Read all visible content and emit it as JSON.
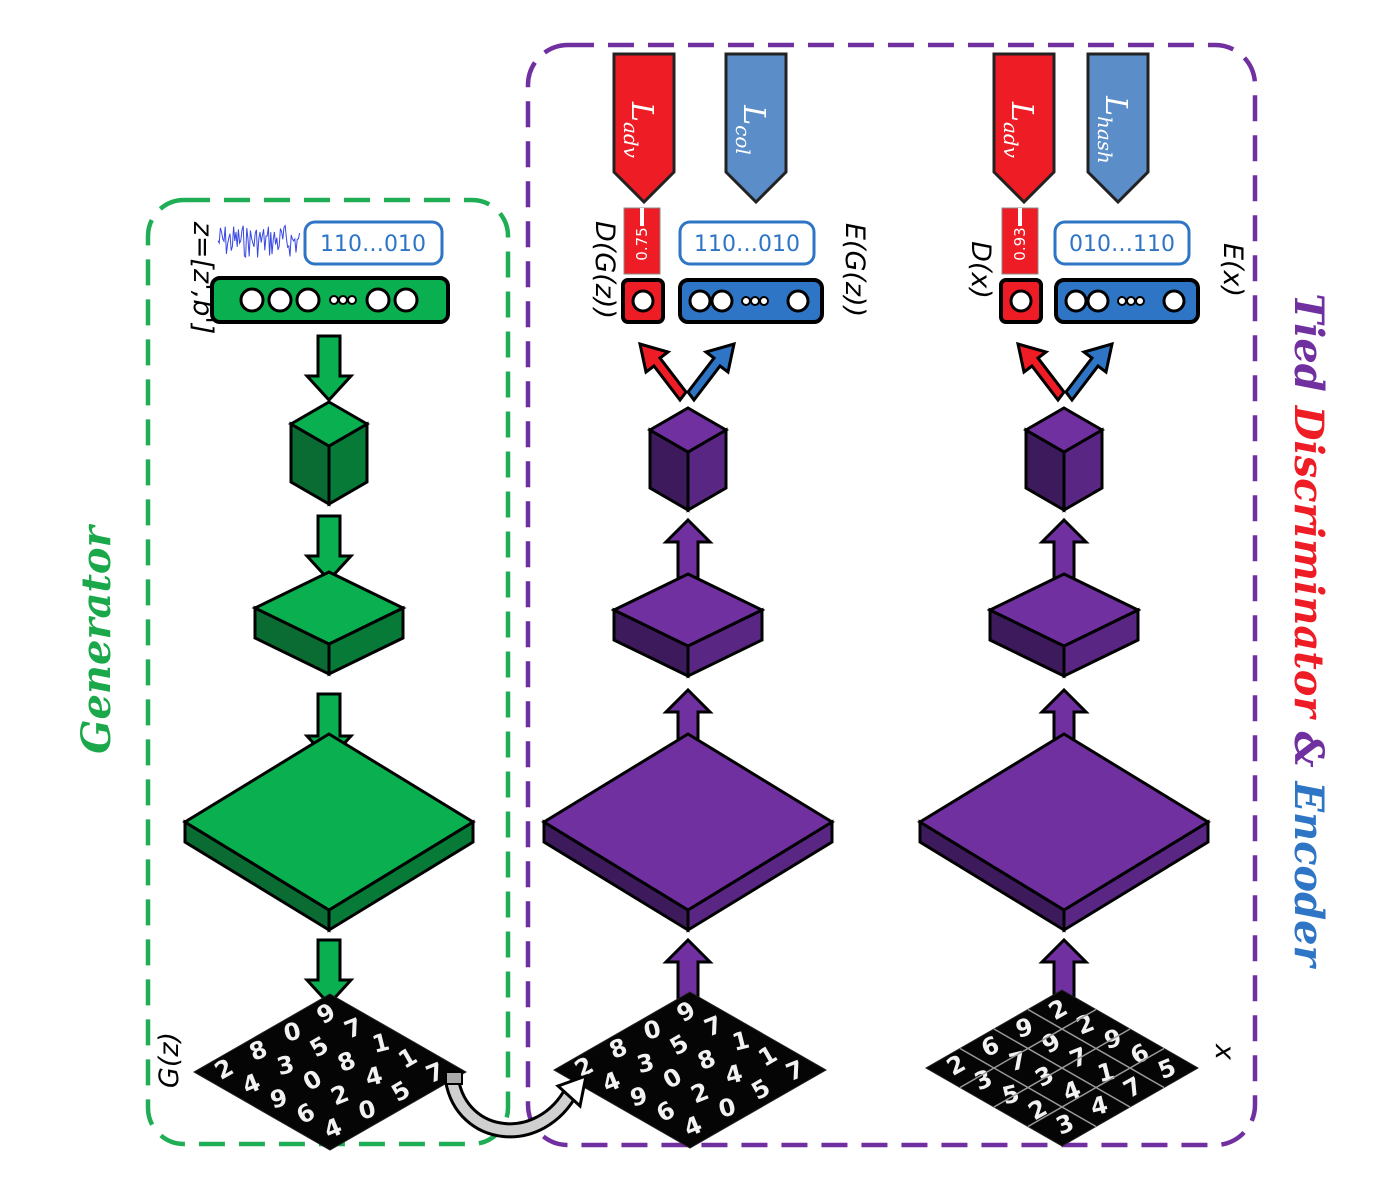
{
  "title": {
    "generator": "Generator",
    "tied_prefix": "Tied",
    "discriminator": "Discriminator",
    "amp": "&",
    "encoder": "Encoder"
  },
  "colors": {
    "green": "#0ab04f",
    "green_dark": "#0a6b33",
    "green_side": "#098a3f",
    "green_label": "#1ba84b",
    "purple": "#7030a0",
    "purple_dark": "#3d1a5b",
    "purple_side": "#5a2684",
    "red": "#ee1c24",
    "blue": "#2e75c6",
    "blue_light": "#5b8ec9",
    "dash_purple": "#7030a0"
  },
  "generator_column": {
    "input_label": "z=[z',b']",
    "code_text": "110…010",
    "output_label": "G(z)"
  },
  "fake_column": {
    "loss_adv_main": "L",
    "loss_adv_sub": "adv",
    "loss_col_main": "L",
    "loss_col_sub": "col",
    "score": "0.75",
    "code_text": "110…010",
    "d_label": "D(G(z))",
    "e_label": "E(G(z))"
  },
  "real_column": {
    "loss_adv_main": "L",
    "loss_adv_sub": "adv",
    "loss_hash_main": "L",
    "loss_hash_sub": "hash",
    "score": "0.93",
    "code_text": "010…110",
    "d_label": "D(x)",
    "e_label": "E(x)",
    "input_label": "x"
  },
  "mnist_digits_fake": [
    "2",
    "8",
    "0",
    "9",
    "4",
    "3",
    "5",
    "7",
    "9",
    "0",
    "8",
    "1",
    "6",
    "2",
    "4",
    "1",
    "4",
    "0",
    "5",
    "7"
  ],
  "mnist_digits_real": [
    "2",
    "6",
    "9",
    "2",
    "3",
    "7",
    "9",
    "2",
    "5",
    "3",
    "7",
    "9",
    "2",
    "4",
    "1",
    "6",
    "3",
    "4",
    "7",
    "5"
  ]
}
